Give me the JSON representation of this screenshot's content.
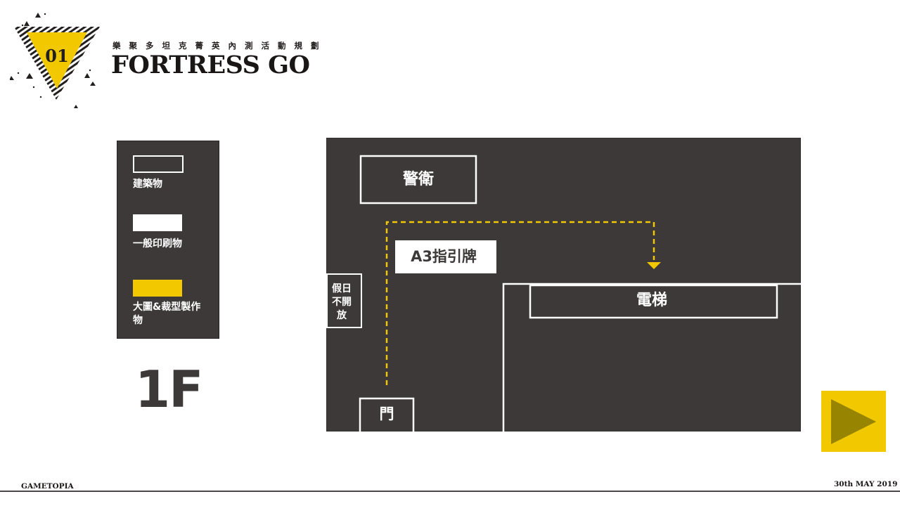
{
  "header": {
    "badge_number": "01",
    "subtitle": "樂 聚 多  坦 克 菁 英 內 測 活 動 規 劃",
    "title": "FORTRESS GO"
  },
  "legend": {
    "items": [
      {
        "label": "建築物",
        "swatch": "outline"
      },
      {
        "label": "一般印刷物",
        "swatch": "white"
      },
      {
        "label": "大圖&裁型製作物",
        "swatch": "yellow"
      }
    ]
  },
  "floor_label": "1F",
  "map": {
    "labels": {
      "guard": "警衛",
      "sign": "A3指引牌",
      "holiday_closed": [
        "假日",
        "不開",
        "放"
      ],
      "elevator": "電梯",
      "door": "門"
    }
  },
  "footer": {
    "left": "GAMETOPIA",
    "right": "30th MAY 2019"
  },
  "colors": {
    "dark": "#3d3939",
    "yellow": "#f2c800",
    "white": "#ffffff",
    "next_arrow": "#978400"
  },
  "icons": {
    "next": "play-arrow-icon"
  }
}
